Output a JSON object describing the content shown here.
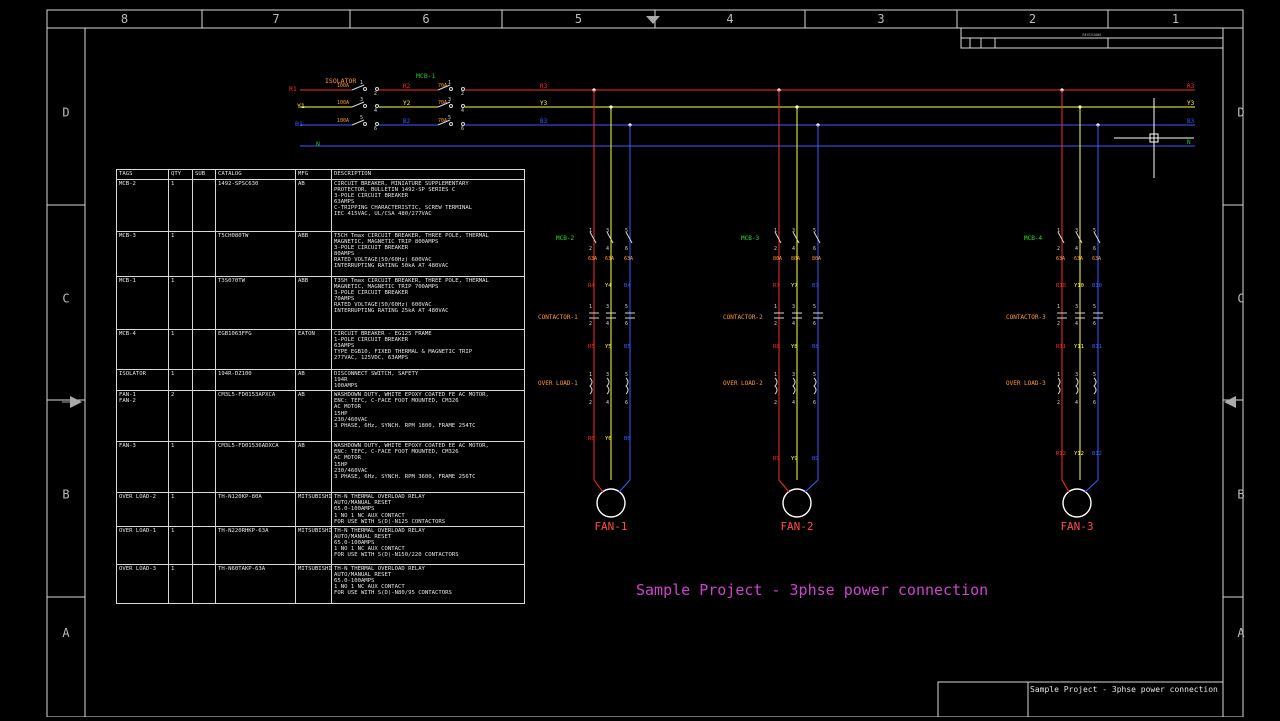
{
  "colors": {
    "background": "#000000",
    "frame": "#d8d8d8",
    "phase_r": "#ff2a2a",
    "phase_y": "#ffff3a",
    "phase_b": "#3a5cff",
    "neutral": "#29c329",
    "label_red": "#ff4a4a",
    "label_orange": "#ff9933",
    "label_green": "#33dd33",
    "label_white": "#e6e6e6",
    "title": "#cc44cc"
  },
  "border": {
    "columns_top": [
      "8",
      "7",
      "6",
      "5",
      "4",
      "3",
      "2",
      "1"
    ],
    "rows_left": [
      "D",
      "C",
      "B",
      "A"
    ],
    "rows_right": [
      "D",
      "C",
      "B",
      "A"
    ],
    "revision_label": "REVISIONS"
  },
  "supply": {
    "lines": [
      "R1",
      "Y1",
      "B1",
      "N"
    ],
    "isolator": {
      "tag": "ISOLATOR",
      "ratings": [
        "100A",
        "100A",
        "100A"
      ],
      "terminals": [
        "1",
        "2",
        "3",
        "4",
        "5",
        "6"
      ]
    },
    "mid_labels": [
      "R2",
      "Y2",
      "B2"
    ],
    "mcb": {
      "tag": "MCB-1",
      "ratings": [
        "70A",
        "70A",
        "70A"
      ],
      "terminals": [
        "1",
        "2",
        "3",
        "4",
        "5",
        "6"
      ]
    },
    "bus_labels": [
      "R3",
      "Y3",
      "B3"
    ],
    "bus_end_labels": [
      "R3",
      "Y3",
      "B3",
      "N"
    ]
  },
  "feeders": [
    {
      "mcb": "MCB-2",
      "mcb_ratings": [
        "63A",
        "63A",
        "63A"
      ],
      "l1": [
        "R4",
        "Y4",
        "B4"
      ],
      "contactor": "CONTACTOR-1",
      "l2": [
        "R5",
        "Y5",
        "B5"
      ],
      "overload": "OVER LOAD-1",
      "l3": [
        "R6",
        "Y6",
        "B6"
      ],
      "motor": "FAN-1"
    },
    {
      "mcb": "MCB-3",
      "mcb_ratings": [
        "80A",
        "80A",
        "80A"
      ],
      "l1": [
        "R7",
        "Y7",
        "B7"
      ],
      "contactor": "CONTACTOR-2",
      "l2": [
        "R8",
        "Y8",
        "B8"
      ],
      "overload": "OVER LOAD-2",
      "l3": [
        "R9",
        "Y9",
        "B9"
      ],
      "motor": "FAN-2"
    },
    {
      "mcb": "MCB-4",
      "mcb_ratings": [
        "63A",
        "63A",
        "63A"
      ],
      "l1": [
        "R10",
        "Y10",
        "B10"
      ],
      "contactor": "CONTACTOR-3",
      "l2": [
        "R11",
        "Y11",
        "B11"
      ],
      "overload": "OVER LOAD-3",
      "l3": [
        "R12",
        "Y12",
        "B12"
      ],
      "motor": "FAN-3"
    }
  ],
  "pole_numbers": [
    "1",
    "2",
    "3",
    "4",
    "5",
    "6"
  ],
  "title": "Sample Project -  3phse power connection",
  "titleblock_text": "Sample Project -  3phse power connection",
  "bom": {
    "headers": [
      "TAGS",
      "QTY",
      "SUB",
      "CATALOG",
      "MFG",
      "DESCRIPTION"
    ],
    "rows": [
      {
        "tag": "MCB-2",
        "qty": "1",
        "sub": "",
        "catalog": "1492-SPSC630",
        "mfg": "AB",
        "desc": "CIRCUIT BREAKER, MINIATURE SUPPLEMENTARY\nPROTECTOR, BULLETIN 1492-SP SERIES C\n3-POLE CIRCUIT BREAKER\n63AMPS\nC-TRIPPING CHARACTERISTIC, SCREW TERMINAL\nIEC 415VAC, UL/CSA 480/277VAC"
      },
      {
        "tag": "MCB-3",
        "qty": "1",
        "sub": "",
        "catalog": "T5CH080TW",
        "mfg": "ABB",
        "desc": "T5CH Tmax CIRCUIT BREAKER, THREE POLE, THERMAL\nMAGNETIC, MAGNETIC TRIP 800AMPS\n3-POLE CIRCUIT BREAKER\n80AMPS\nRATED VOLTAGE(50/60Hz) 600VAC\nINTERRUPTING RATING 50kA AT 480VAC"
      },
      {
        "tag": "MCB-1",
        "qty": "1",
        "sub": "",
        "catalog": "T3S070TW",
        "mfg": "ABB",
        "desc": "T3SH Tmax CIRCUIT BREAKER, THREE POLE, THERMAL\nMAGNETIC, MAGNETIC TRIP 700AMPS\n3-POLE CIRCUIT BREAKER\n70AMPS\nRATED VOLTAGE(50/60Hz) 600VAC\nINTERRUPTING RATING 25kA AT 480VAC"
      },
      {
        "tag": "MCB-4",
        "qty": "1",
        "sub": "",
        "catalog": "EGB1063FFG",
        "mfg": "EATON",
        "desc": "CIRCUIT BREAKER - EG125 FRAME\n1-POLE CIRCUIT BREAKER\n63AMPS\nTYPE EGB10, FIXED THERMAL & MAGNETIC TRIP\n277VAC, 125VDC, 63AMPS"
      },
      {
        "tag": "ISOLATOR",
        "qty": "1",
        "sub": "",
        "catalog": "194R-DZ100",
        "mfg": "AB",
        "desc": "DISCONNECT SWITCH, SAFETY\n194R\n100AMPS"
      },
      {
        "tag": "FAN-1\nFAN-2",
        "qty": "2",
        "sub": "",
        "catalog": "CM3L5-FD0153APXCA",
        "mfg": "AB",
        "desc": "WASHDOWN DUTY, WHITE EPOXY COATED FE AC MOTOR,\nENC: TEFC, C-FACE FOOT MOUNTED, CM326\nAC MOTOR\n15HP\n230/460VAC\n3 PHASE, 6Hz, SYNCH. RPM 1800, FRAME 254TC"
      },
      {
        "tag": "FAN-3",
        "qty": "1",
        "sub": "",
        "catalog": "CM3L5-FD01536ADXCA",
        "mfg": "AB",
        "desc": "WASHDOWN DUTY, WHITE EPOXY COATED EE AC MOTOR,\nENC: TEFC, C-FACE FOOT MOUNTED, CM326\nAC MOTOR\n15HP\n230/460VAC\n3 PHASE, 6Hz, SYNCH. RPM 3600, FRAME 256TC"
      },
      {
        "tag": "OVER LOAD-2",
        "qty": "1",
        "sub": "",
        "catalog": "TH-N120KP-80A",
        "mfg": "MITSUBISHI",
        "desc": "TH-N THERMAL OVERLOAD RELAY\nAUTO/MANUAL RESET\n65.0-100AMPS\n1 NO 1 NC AUX CONTACT\nFOR USE WITH S(D)-N125 CONTACTORS"
      },
      {
        "tag": "OVER LOAD-1",
        "qty": "1",
        "sub": "",
        "catalog": "TH-N220RHKP-63A",
        "mfg": "MITSUBISHI",
        "desc": "TH-N THERMAL OVERLOAD RELAY\nAUTO/MANUAL RESET\n65.0-100AMPS\n1 NO 1 NC AUX CONTACT\nFOR USE WITH S(D)-N150/220 CONTACTORS"
      },
      {
        "tag": "OVER LOAD-3",
        "qty": "1",
        "sub": "",
        "catalog": "TH-N60TAKP-63A",
        "mfg": "MITSUBISHI",
        "desc": "TH-N THERMAL OVERLOAD RELAY\nAUTO/MANUAL RESET\n65.0-100AMPS\n1 NO 1 NC AUX CONTACT\nFOR USE WITH S(D)-N80/95 CONTACTORS"
      }
    ]
  }
}
